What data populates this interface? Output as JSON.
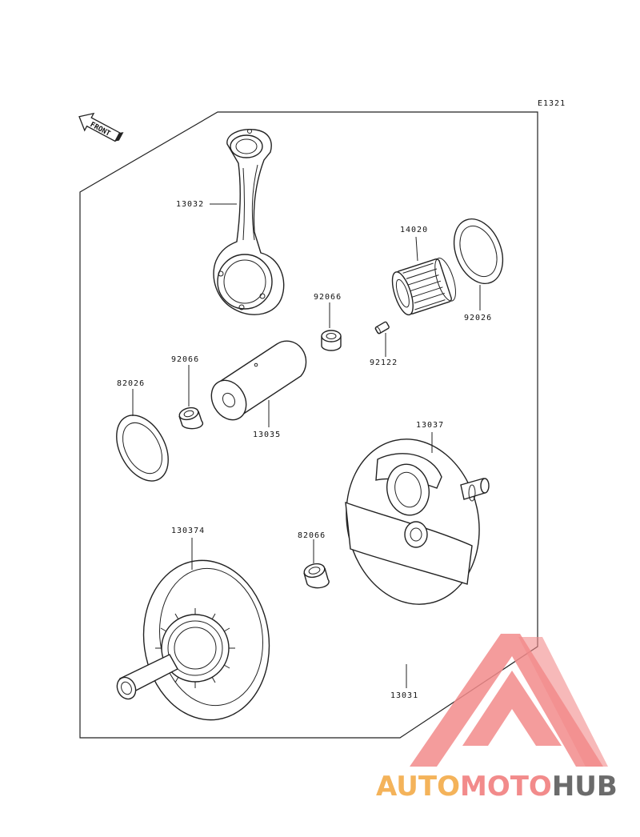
{
  "diagram": {
    "code": "E1321",
    "front_label": "FRONT",
    "parts": {
      "connecting_rod": "13032",
      "bearing": "14020",
      "washer_right": "92026",
      "collar_upper": "92066",
      "pin": "92122",
      "collar_left": "92066",
      "washer_left": "82026",
      "crankpin": "13035",
      "flywheel_right": "13037",
      "flywheel_left": "130374",
      "collar_lower": "82066",
      "crankshaft_assy": "13031"
    }
  },
  "watermark": {
    "brand_auto": "AUTO",
    "brand_moto": "MOTO",
    "brand_hub": "HUB",
    "color_orange": "#f4b35a",
    "color_red": "#f28b8b",
    "color_gray": "#6b6b6b"
  }
}
